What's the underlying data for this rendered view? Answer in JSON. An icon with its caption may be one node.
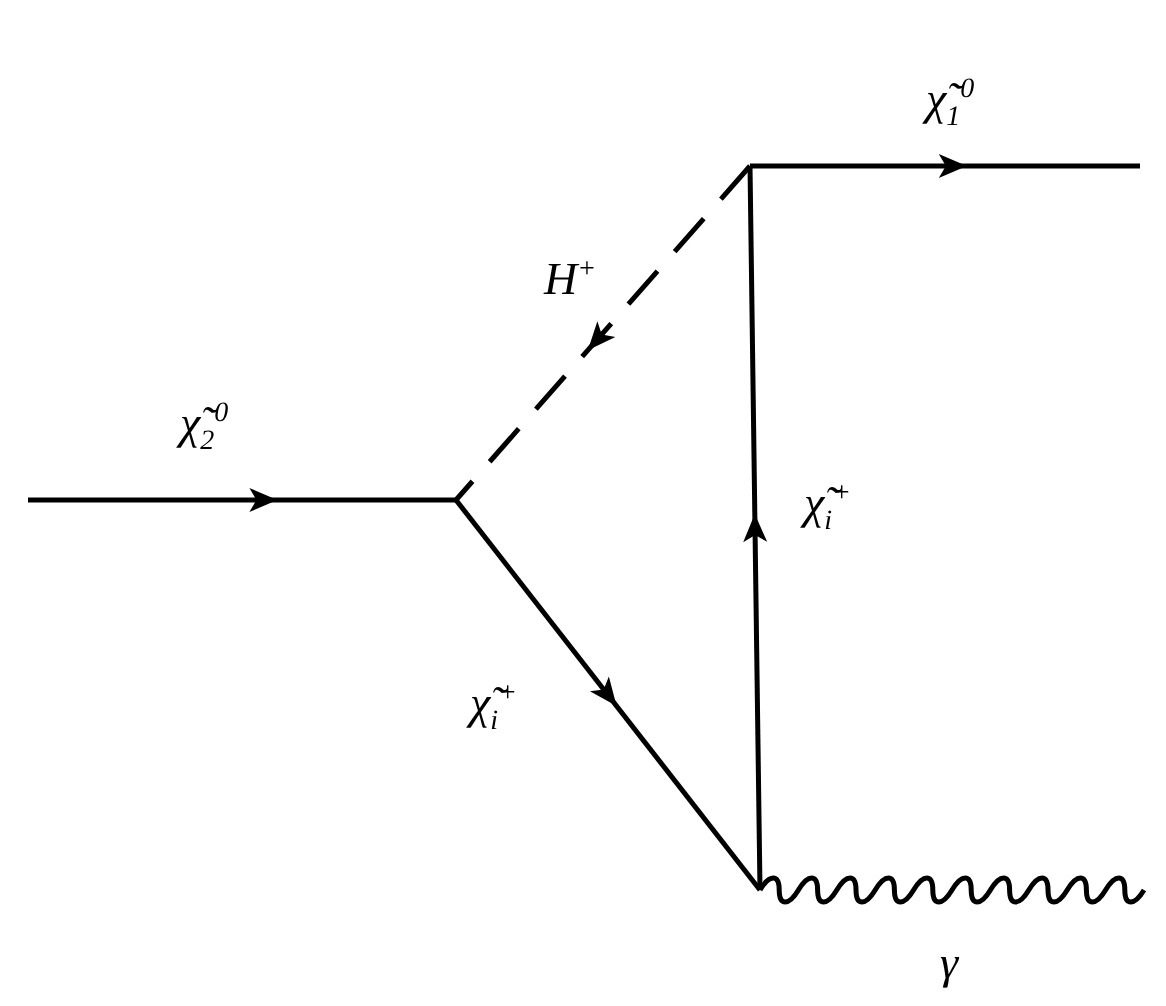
{
  "diagram": {
    "labels": [
      "χ̃$_{2}$$^{0}$",
      "H$^{+}$",
      "χ̃$_{1}$$^{0}$",
      "χ̃$_{i}$$^{+}$",
      "χ̃$_{i}$$^{+}$",
      "γ"
    ]
  }
}
